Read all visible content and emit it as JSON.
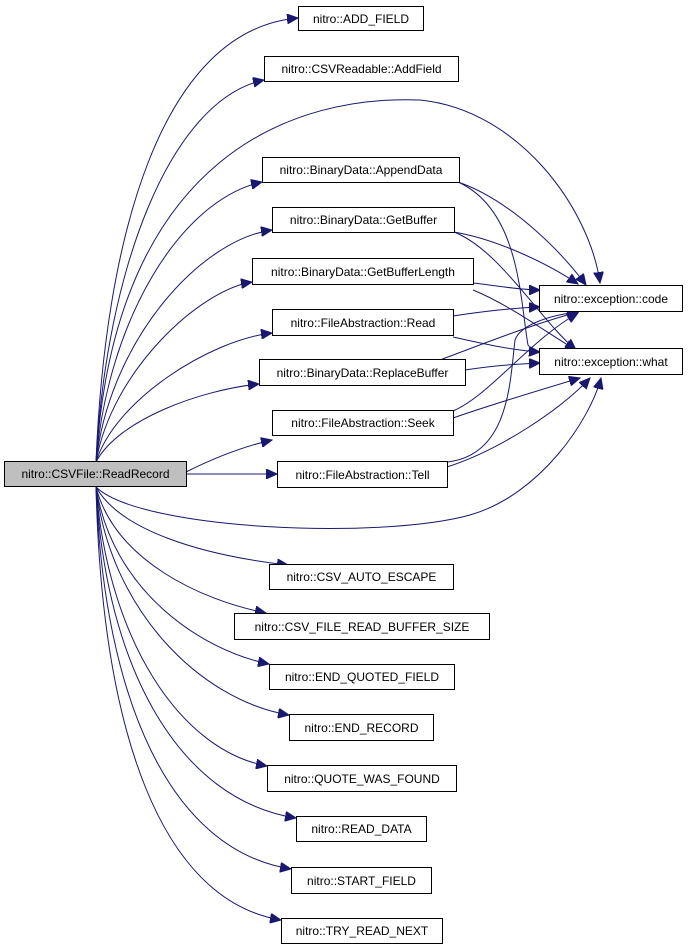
{
  "root": {
    "label": "nitro::CSVFile::ReadRecord"
  },
  "nodes": {
    "add_field_macro": "nitro::ADD_FIELD",
    "csvreadable_addfield": "nitro::CSVReadable::AddField",
    "binarydata_appenddata": "nitro::BinaryData::AppendData",
    "binarydata_getbuffer": "nitro::BinaryData::GetBuffer",
    "binarydata_getbufferlength": "nitro::BinaryData::GetBufferLength",
    "fileabstraction_read": "nitro::FileAbstraction::Read",
    "binarydata_replacebuffer": "nitro::BinaryData::ReplaceBuffer",
    "fileabstraction_seek": "nitro::FileAbstraction::Seek",
    "fileabstraction_tell": "nitro::FileAbstraction::Tell",
    "exception_code": "nitro::exception::code",
    "exception_what": "nitro::exception::what",
    "csv_auto_escape": "nitro::CSV_AUTO_ESCAPE",
    "csv_file_read_buffer_size": "nitro::CSV_FILE_READ_BUFFER_SIZE",
    "end_quoted_field": "nitro::END_QUOTED_FIELD",
    "end_record": "nitro::END_RECORD",
    "quote_was_found": "nitro::QUOTE_WAS_FOUND",
    "read_data": "nitro::READ_DATA",
    "start_field": "nitro::START_FIELD",
    "try_read_next": "nitro::TRY_READ_NEXT"
  },
  "colors": {
    "edge": "#191970",
    "root_fill": "#bfbfbf",
    "node_fill": "#ffffff",
    "node_border": "#000000"
  }
}
